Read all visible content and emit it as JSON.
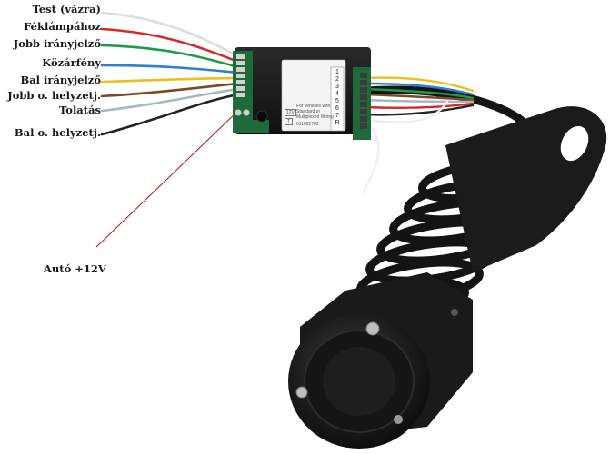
{
  "labels": {
    "test": "Test (vázra)",
    "feklampa": "Féklámpához",
    "jobb_iranyjelzo": "Jobb irányjelző",
    "kozarfeny": "Közárfény",
    "bal_iranyjelzo": "Bal irányjelző",
    "jobb_helyzetj": "Jobb o. helyzetj.",
    "tolatas": "Tolatás",
    "bal_helyzetj": "Bal o. helyzetj.",
    "auto_12v": "Autó +12V"
  },
  "module": {
    "pins": [
      "1",
      "2",
      "3",
      "4",
      "5",
      "6",
      "7",
      "R"
    ],
    "tag_12v": "12V",
    "tag_t": "T",
    "line1": "For vehicles with",
    "line2": "Standard or",
    "line3": "Multiplexed Wiring",
    "line4": "011022702"
  },
  "colors": {
    "white": "#eeeeee",
    "red": "#d42a2a",
    "green": "#1f9a4a",
    "blue": "#2f7fd0",
    "yellow": "#e6c31c",
    "brown": "#7a4a24",
    "grey": "#a9b6c4",
    "black": "#222222",
    "pcb": "#1f6a3a",
    "leader": "#b01010"
  }
}
